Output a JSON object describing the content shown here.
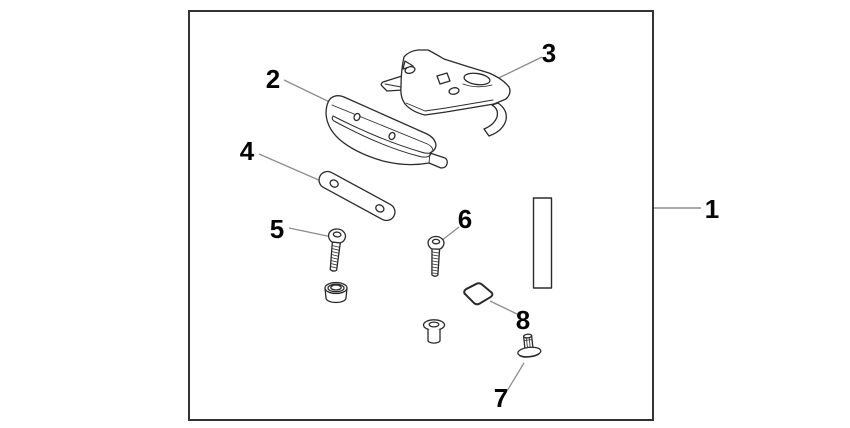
{
  "colors": {
    "background": "#ffffff",
    "box_border": "#333333",
    "line": "#2b2b2b",
    "leader": "#8d8d8d",
    "label": "#050505"
  },
  "callouts": {
    "c1": "1",
    "c2": "2",
    "c3": "3",
    "c4": "4",
    "c5": "5",
    "c6": "6",
    "c7": "7",
    "c8": "8"
  }
}
